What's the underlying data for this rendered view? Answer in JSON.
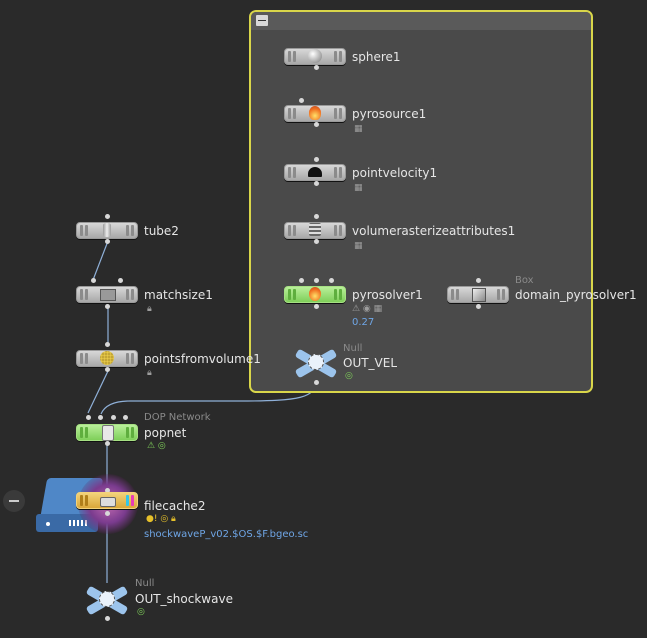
{
  "nodes": {
    "sphere1": {
      "label": "sphere1"
    },
    "pyrosource1": {
      "label": "pyrosource1"
    },
    "pointvelocity1": {
      "label": "pointvelocity1"
    },
    "volumerasterizeattributes1": {
      "label": "volumerasterizeattributes1"
    },
    "pyrosolver1": {
      "label": "pyrosolver1",
      "value": "0.27"
    },
    "domain_pyrosolver1": {
      "label": "domain_pyrosolver1",
      "type": "Box"
    },
    "OUT_VEL": {
      "label": "OUT_VEL",
      "type": "Null"
    },
    "tube2": {
      "label": "tube2"
    },
    "matchsize1": {
      "label": "matchsize1"
    },
    "pointsfromvolume1": {
      "label": "pointsfromvolume1"
    },
    "popnet": {
      "label": "popnet",
      "type": "DOP Network"
    },
    "filecache2": {
      "label": "filecache2",
      "path": "shockwaveP_v02.$OS.$F.bgeo.sc"
    },
    "OUT_shockwave": {
      "label": "OUT_shockwave",
      "type": "Null"
    }
  },
  "colors": {
    "background": "#2a2a2a",
    "network_box": "#4a4a4a",
    "network_box_border": "#d9d64a",
    "display_flag_green": "#7fcf5a",
    "wire": "#8fb0d8",
    "path_text": "#6fa6e6"
  },
  "icons": {
    "network_box_collapse": "minus-icon",
    "side_minus": "minus-circle-icon"
  }
}
